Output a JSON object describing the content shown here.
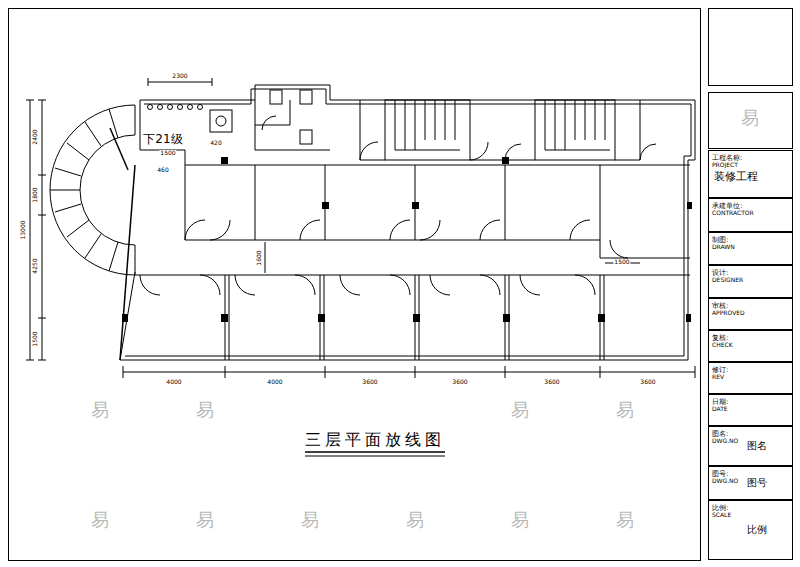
{
  "diagram": {
    "title": "三层平面放线图",
    "nodes": [
      {
        "text": [
          "工程名称:",
          "PROJECT",
          "装修工程"
        ]
      },
      {
        "text": [
          "承建单位:",
          "CONTRACTOR"
        ]
      },
      {
        "text": [
          "制图:",
          "DRAWN"
        ]
      },
      {
        "text": [
          "设计:",
          "DESIGNER"
        ]
      },
      {
        "text": [
          "审核:",
          "APPROVED"
        ]
      },
      {
        "text": [
          "复核:",
          "CHECK"
        ]
      },
      {
        "text": [
          "修订:",
          "REV"
        ]
      },
      {
        "text": [
          "日期:",
          "DATE"
        ]
      },
      {
        "text": [
          "图名:",
          "DWG.NO",
          "图名"
        ]
      },
      {
        "text": [
          "图号:",
          "DWG.NO",
          "图号"
        ]
      },
      {
        "text": [
          "比例:",
          "SCALE",
          "比例"
        ]
      }
    ],
    "labels": [
      "2300",
      "下21级",
      "1500",
      "420",
      "460",
      "2400",
      "1800",
      "13000",
      "4250",
      "1500",
      "1600",
      "1500",
      "4000",
      "4000",
      "3600",
      "3600",
      "3600",
      "3600",
      "易",
      "易",
      "易",
      "易",
      "易",
      "易",
      "易",
      "易",
      "易",
      "易",
      "易"
    ]
  }
}
